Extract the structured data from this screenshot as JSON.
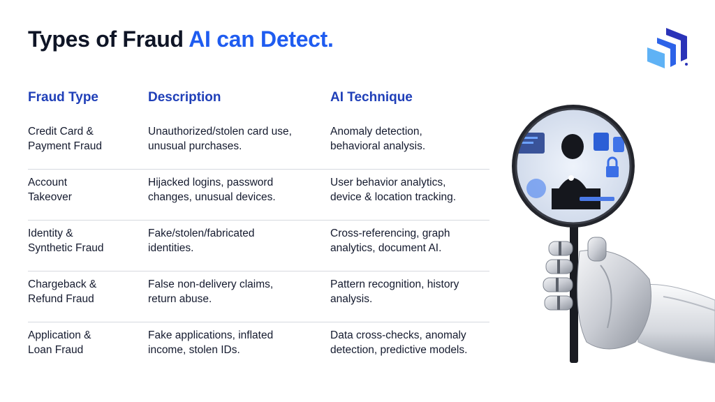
{
  "title": {
    "main": "Types of Fraud ",
    "accent": "AI can Detect."
  },
  "table": {
    "headers": [
      "Fraud Type",
      "Description",
      "AI Technique"
    ],
    "rows": [
      {
        "type": "Credit Card &\nPayment Fraud",
        "description": "Unauthorized/stolen card use,\nunusual purchases.",
        "technique": "Anomaly detection,\nbehavioral analysis."
      },
      {
        "type": "Account\nTakeover",
        "description": "Hijacked logins, password\nchanges, unusual devices.",
        "technique": "User behavior analytics,\ndevice & location tracking."
      },
      {
        "type": "Identity &\nSynthetic Fraud",
        "description": "Fake/stolen/fabricated\nidentities.",
        "technique": "Cross-referencing, graph\nanalytics, document AI."
      },
      {
        "type": "Chargeback &\nRefund Fraud",
        "description": "False non-delivery claims,\nreturn abuse.",
        "technique": "Pattern recognition, history\nanalysis."
      },
      {
        "type": "Application &\nLoan Fraud",
        "description": "Fake applications, inflated\nincome, stolen IDs.",
        "technique": "Data cross-checks, anomaly\ndetection, predictive models."
      }
    ]
  },
  "colors": {
    "accent": "#1f5cf0",
    "header": "#1f3fb8",
    "text": "#141a2e",
    "divider": "#d6d9df"
  },
  "icons": [
    "brand-logo-icon",
    "magnifying-glass-robot-hand-illustration"
  ]
}
